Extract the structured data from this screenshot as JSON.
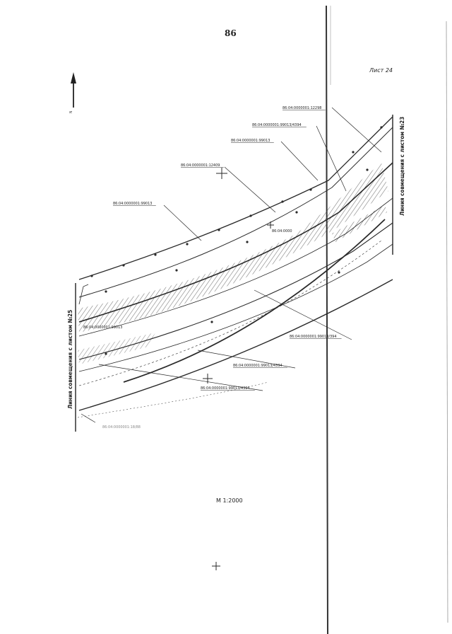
{
  "page": {
    "number": "86",
    "sheet_label": "Лист 24",
    "scale": "М 1:2000"
  },
  "north_arrow": {
    "icon": "north-arrow-icon",
    "label": "N"
  },
  "match_lines": {
    "left": "Линия совмещения с листом №25",
    "right": "Линия совмещения с листом №23"
  },
  "parcels": [
    "86:04:0000001:12298",
    "86:04:0000001:99013/4394",
    "86:04:0000001:99013",
    "86:04:0000001:12409",
    "86:04:0000001:99013",
    "86:04:0000",
    "86:04:0000001:99013",
    "86:04:0000001:99013/394",
    "86:04:0000001:99013/4394",
    "86:04:0000001:99013/4394",
    "86:04:0000001:18/88"
  ],
  "colors": {
    "ink": "#2a2a2a",
    "hatch": "#555555",
    "background": "#ffffff"
  }
}
